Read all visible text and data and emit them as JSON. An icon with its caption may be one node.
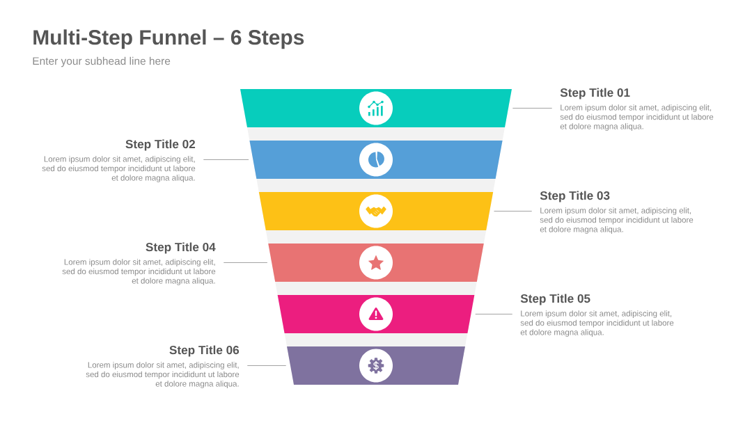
{
  "diagram": {
    "title": "Multi-Step Funnel – 6 Steps",
    "nodes": [
      {
        "text": [],
        "shape": "trapezoid"
      },
      {
        "text": [
          "Step Title 01",
          "Lorem ipsum dolor sit amet, adipiscing elit, sed do eiusmod tempor incididunt ut labore et dolore magna aliqua."
        ]
      },
      {
        "text": [
          "Step Title 02",
          "Lorem ipsum dolor sit amet, adipiscing elit, sed do eiusmod tempor incididunt ut labore et dolore magna aliqua."
        ]
      },
      {
        "text": [],
        "shape": "trapezoid"
      },
      {
        "text": [],
        "shape": "trapezoid"
      },
      {
        "text": [
          "Step Title 03",
          "Lorem ipsum dolor sit amet, adipiscing elit, sed do eiusmod tempor incididunt ut labore et dolore magna aliqua."
        ]
      },
      {
        "text": [
          "Step Title 04",
          "Lorem ipsum dolor sit amet, adipiscing elit, sed do eiusmod tempor incididunt ut labore et dolore magna aliqua."
        ]
      },
      {
        "text": [],
        "shape": "trapezoid"
      },
      {
        "text": [],
        "shape": "trapezoid"
      },
      {
        "text": [
          "Step Title 05",
          "Lorem ipsum dolor sit amet, adipiscing elit, sed do eiusmod tempor incididunt ut labore et dolore magna aliqua."
        ]
      },
      {
        "text": [
          "Step Title 06",
          "Lorem ipsum dolor sit amet, adipiscing elit, sed do eiusmod tempor incididunt ut labore et dolore magna aliqua."
        ]
      },
      {
        "text": [],
        "shape": "trapezoid"
      }
    ],
    "edges": [
      {
        "from": 1,
        "to": 0,
        "arrow": "none"
      },
      {
        "from": 2,
        "to": 3,
        "arrow": "none"
      },
      {
        "from": 5,
        "to": 4,
        "arrow": "none"
      },
      {
        "from": 6,
        "to": 7,
        "arrow": "none"
      },
      {
        "from": 9,
        "to": 8,
        "arrow": "none"
      },
      {
        "from": 10,
        "to": 11,
        "arrow": "none"
      }
    ],
    "labels": [
      "Enter your subhead line here"
    ]
  }
}
